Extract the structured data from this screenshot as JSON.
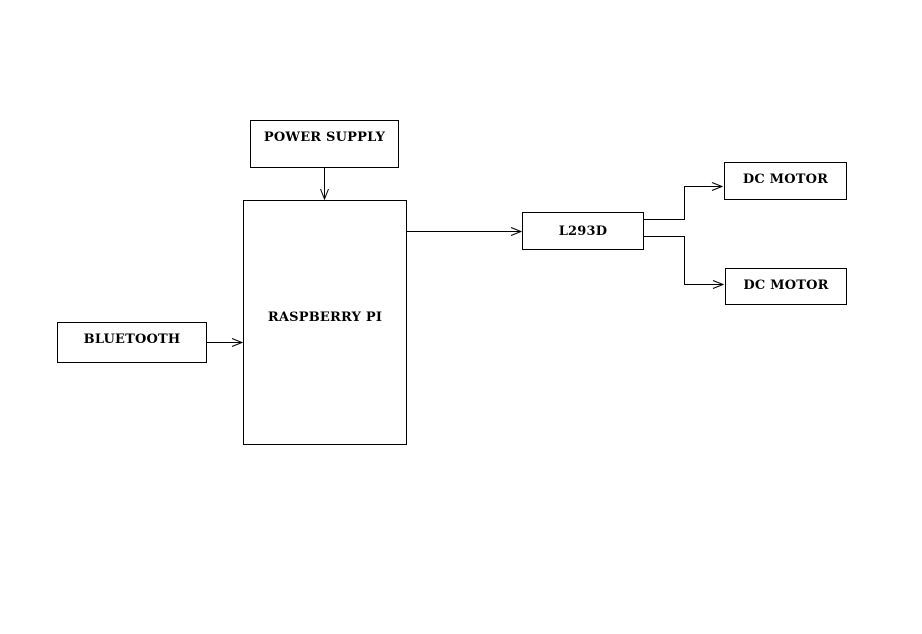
{
  "diagram": {
    "blocks": {
      "power_supply": "POWER SUPPLY",
      "raspberry_pi": "RASPBERRY PI",
      "bluetooth": "BLUETOOTH",
      "driver": "L293D",
      "motor_1": "DC MOTOR",
      "motor_2": "DC MOTOR"
    },
    "connections": [
      {
        "from": "power_supply",
        "to": "raspberry_pi"
      },
      {
        "from": "bluetooth",
        "to": "raspberry_pi"
      },
      {
        "from": "raspberry_pi",
        "to": "driver"
      },
      {
        "from": "driver",
        "to": "motor_1"
      },
      {
        "from": "driver",
        "to": "motor_2"
      }
    ],
    "colors": {
      "stroke": "#000000",
      "background": "#ffffff"
    }
  }
}
